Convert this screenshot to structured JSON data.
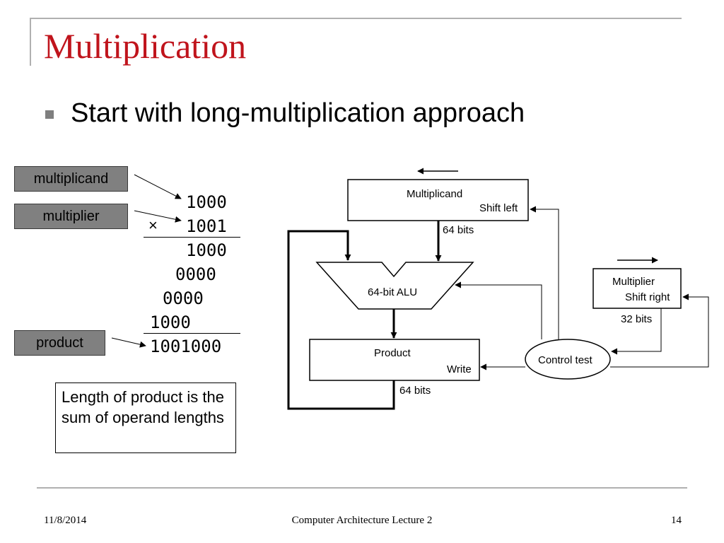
{
  "slide": {
    "title": "Multiplication",
    "bullet": "Start with long-multiplication approach"
  },
  "labels": {
    "multiplicand": "multiplicand",
    "multiplier": "multiplier",
    "product": "product"
  },
  "long_multiplication": {
    "multiplicand": "1000",
    "times_sign": "×",
    "multiplier": "1001",
    "partials": [
      "1000",
      "0000",
      "0000",
      "1000"
    ],
    "product": "1001000"
  },
  "note": "Length of product is the sum of operand lengths",
  "hardware": {
    "multiplicand_name": "Multiplicand",
    "multiplicand_op": "Shift left",
    "multiplicand_bits": "64 bits",
    "alu": "64-bit ALU",
    "product_name": "Product",
    "product_op": "Write",
    "product_bits": "64 bits",
    "multiplier_name": "Multiplier",
    "multiplier_op": "Shift right",
    "multiplier_bits": "32 bits",
    "control": "Control test"
  },
  "footer": {
    "date": "11/8/2014",
    "course": "Computer Architecture Lecture 2",
    "page": "14"
  }
}
